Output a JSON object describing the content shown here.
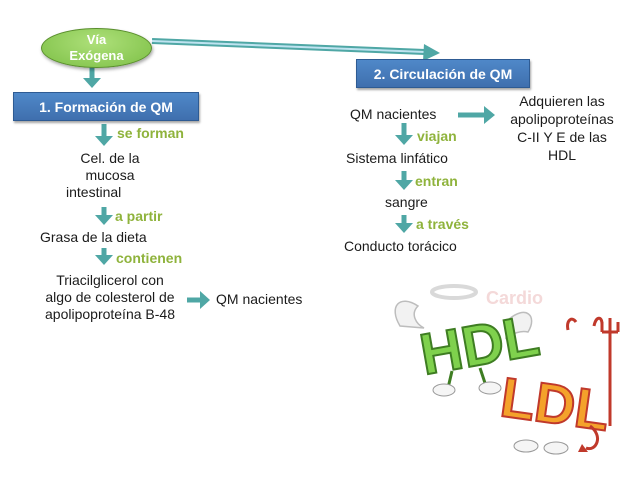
{
  "start": {
    "line1": "Vía",
    "line2": "Exógena"
  },
  "left": {
    "title": "1. Formación de QM",
    "c1": "se forman",
    "n1": [
      "Cel. de la",
      "mucosa",
      "intestinal"
    ],
    "c2": "a partir",
    "n2": "Grasa de la dieta",
    "c3": "contienen",
    "n3": [
      "Triacilglicerol con",
      "algo de colesterol de",
      "apolipoproteína B-48"
    ],
    "n4": "QM nacientes"
  },
  "right": {
    "title": "2. Circulación de QM",
    "n1": "QM nacientes",
    "side": [
      "Adquieren las",
      "apolipoproteínas",
      "C-II Y E de las",
      "HDL"
    ],
    "c1": "viajan",
    "n2": "Sistema linfático",
    "c2": "entran",
    "n3": "sangre",
    "c3": "a través",
    "n4": "Conducto torácico"
  },
  "illustration": {
    "hdl": "HDL",
    "ldl": "LDL",
    "faint": "Cardio"
  },
  "colors": {
    "box": "#4479bb",
    "oval": "#8fcb55",
    "connector": "#8fb33c",
    "arrow": "#4fa7a5"
  }
}
